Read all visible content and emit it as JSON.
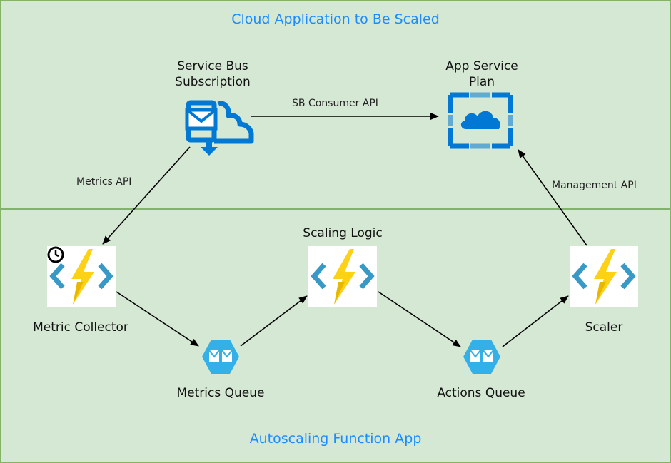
{
  "regions": {
    "top": {
      "title": "Cloud Application to Be Scaled"
    },
    "bottom": {
      "title": "Autoscaling Function App"
    }
  },
  "nodes": {
    "service_bus": {
      "label": "Service Bus\nSubscription",
      "icon": "service-bus-icon"
    },
    "app_service_plan": {
      "label": "App Service\nPlan",
      "icon": "app-service-plan-icon"
    },
    "metric_collector": {
      "label": "Metric Collector",
      "icon": "azure-function-icon",
      "badge": "timer-icon"
    },
    "scaling_logic": {
      "label": "Scaling Logic",
      "icon": "azure-function-icon"
    },
    "scaler": {
      "label": "Scaler",
      "icon": "azure-function-icon"
    },
    "metrics_queue": {
      "label": "Metrics Queue",
      "icon": "storage-queue-icon"
    },
    "actions_queue": {
      "label": "Actions Queue",
      "icon": "storage-queue-icon"
    }
  },
  "edges": {
    "sb_consumer_api": "SB Consumer API",
    "metrics_api": "Metrics API",
    "management_api": "Management API"
  },
  "colors": {
    "region_fill": "#d5e8d4",
    "region_border": "#82b366",
    "title": "#1a8cff",
    "azure_blue": "#0078d4",
    "function_bolt": "#fcd116",
    "function_brackets": "#3999c6",
    "queue_blue": "#32b0e7"
  }
}
